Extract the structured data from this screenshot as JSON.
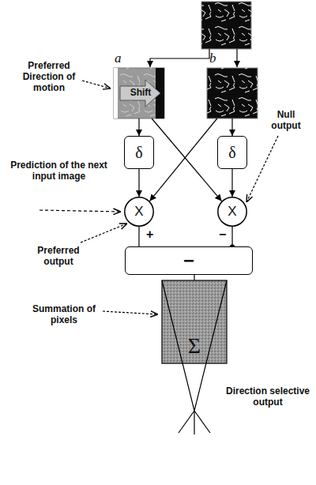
{
  "diagram": {
    "nodes": [
      {
        "text": [
          "a",
          "Shift"
        ]
      },
      {
        "text": [
          "b"
        ]
      },
      {
        "text": [
          "δ"
        ]
      },
      {
        "text": [
          "δ"
        ]
      },
      {
        "text": [
          "X"
        ]
      },
      {
        "text": [
          "X"
        ]
      },
      {
        "text": [
          "−"
        ]
      },
      {
        "text": [
          "Σ"
        ]
      }
    ],
    "edges": [
      {
        "from": 0,
        "to": 2,
        "arrow": "to"
      },
      {
        "from": 0,
        "to": 5,
        "arrow": "to"
      },
      {
        "from": 1,
        "to": 3,
        "arrow": "to"
      },
      {
        "from": 1,
        "to": 4,
        "arrow": "to"
      },
      {
        "from": 2,
        "to": 4,
        "arrow": "to"
      },
      {
        "from": 3,
        "to": 5,
        "arrow": "to"
      },
      {
        "from": 4,
        "to": 6,
        "label": "+",
        "arrow": "none"
      },
      {
        "from": 5,
        "to": 6,
        "label": "−",
        "arrow": "none"
      },
      {
        "from": 6,
        "to": 7,
        "arrow": "none"
      }
    ],
    "labels": [
      "Preferred Direction of motion",
      "Prediction of the next input image",
      "Null output",
      "Preferred output",
      "Summation of pixels",
      "Direction selective output"
    ]
  }
}
